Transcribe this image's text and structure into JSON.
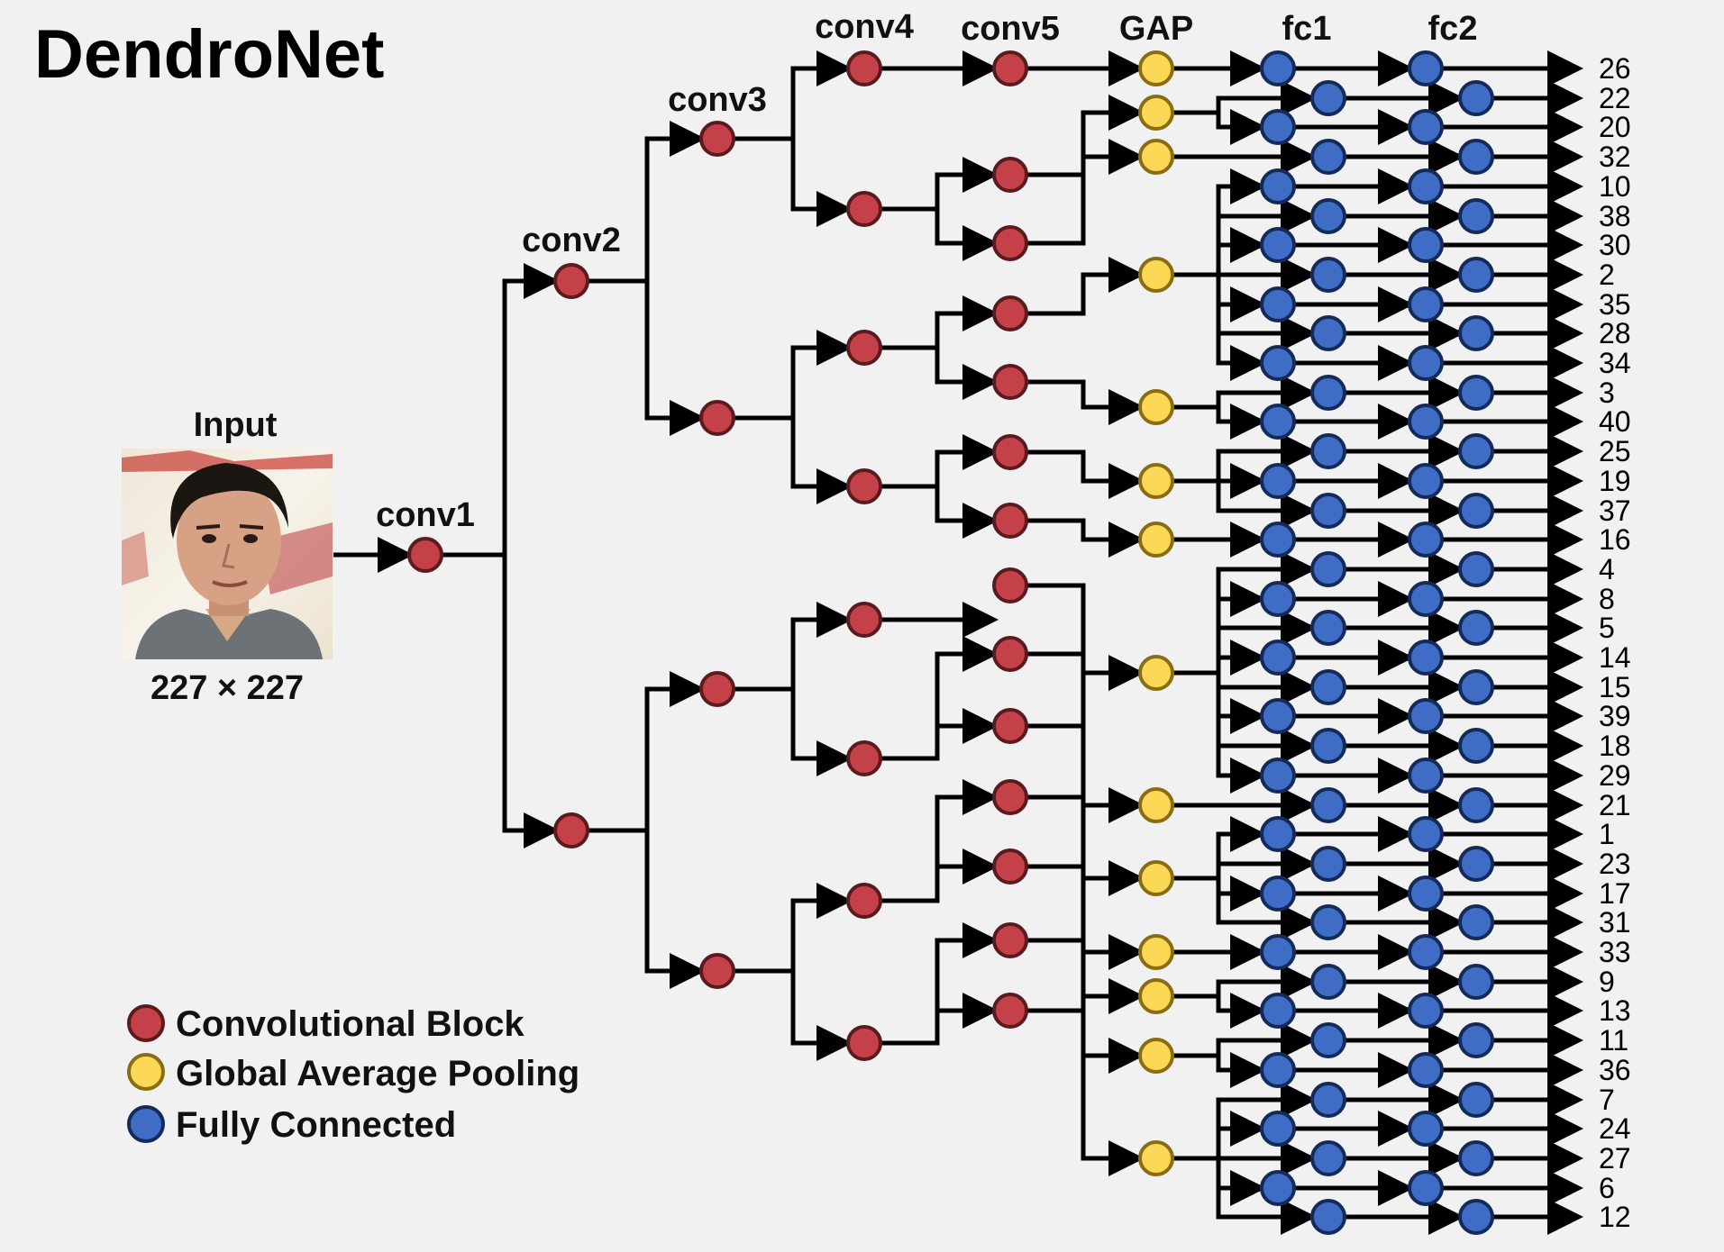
{
  "title": "DendroNet",
  "input": {
    "label": "Input",
    "size": "227 × 227"
  },
  "stages": {
    "conv1": "conv1",
    "conv2": "conv2",
    "conv3": "conv3",
    "conv4": "conv4",
    "conv5": "conv5",
    "gap": "GAP",
    "fc1": "fc1",
    "fc2": "fc2"
  },
  "legend": {
    "conv": "Convolutional Block",
    "gap": "Global Average Pooling",
    "fc": "Fully Connected"
  },
  "colors": {
    "conv_fill": "#c4414a",
    "conv_stroke": "#5b1a1e",
    "gap_fill": "#fbd956",
    "gap_stroke": "#8a6d12",
    "fc_fill": "#3f6cc4",
    "fc_stroke": "#142a58",
    "edge": "#000000",
    "background": "#f1f1f1"
  },
  "outputs": [
    "26",
    "22",
    "20",
    "32",
    "10",
    "38",
    "30",
    "2",
    "35",
    "28",
    "34",
    "3",
    "40",
    "25",
    "19",
    "37",
    "16",
    "4",
    "8",
    "5",
    "14",
    "15",
    "39",
    "18",
    "29",
    "21",
    "1",
    "23",
    "17",
    "31",
    "33",
    "9",
    "13",
    "11",
    "36",
    "7",
    "24",
    "27",
    "6",
    "12"
  ],
  "gap_groups": [
    [
      0
    ],
    [
      1,
      2
    ],
    [
      3
    ],
    [
      4,
      5,
      6,
      7,
      8,
      9,
      10
    ],
    [
      11,
      12
    ],
    [
      13,
      14,
      15
    ],
    [
      16
    ],
    [
      17,
      18,
      19,
      20,
      21,
      22,
      23,
      24
    ],
    [
      25
    ],
    [
      26,
      27,
      28,
      29
    ],
    [
      30
    ],
    [
      31,
      32
    ],
    [
      33,
      34
    ],
    [
      35,
      36,
      37,
      38,
      39
    ]
  ]
}
